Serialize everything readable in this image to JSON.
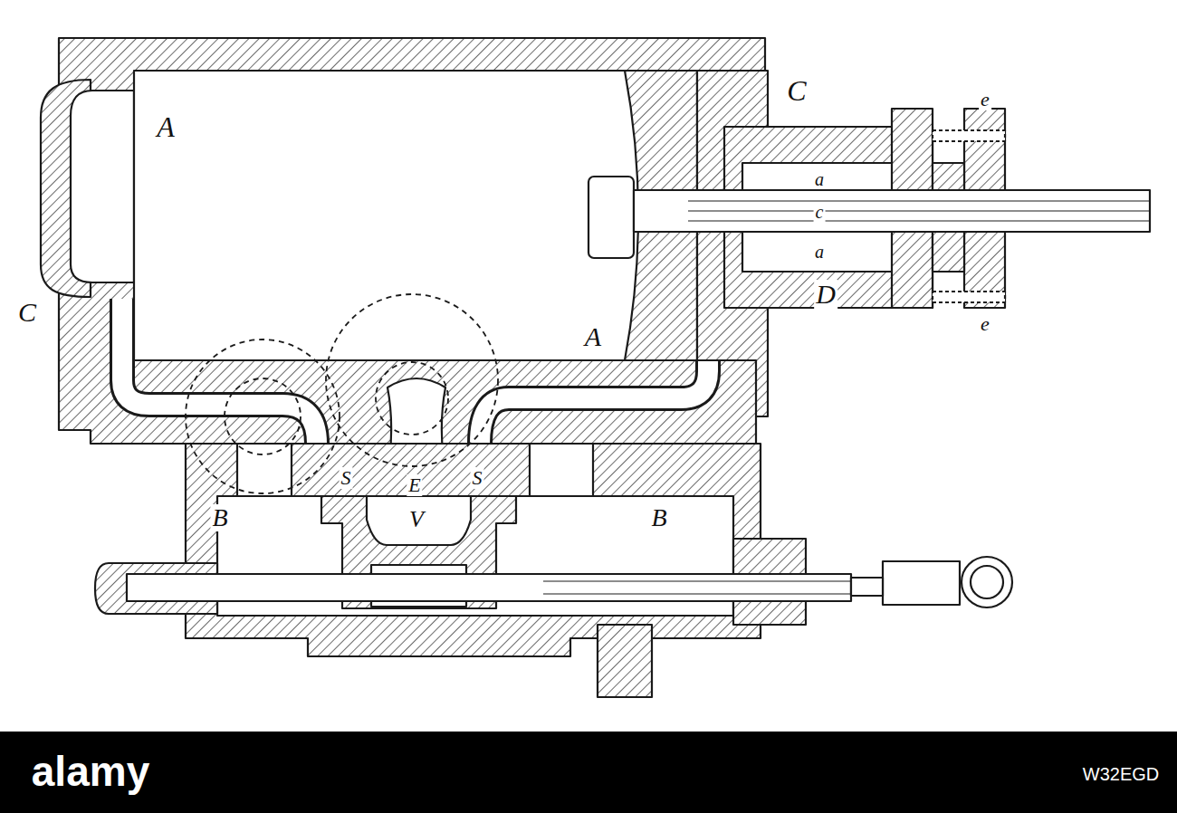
{
  "diagram": {
    "labels": [
      "A",
      "C",
      "a",
      "e",
      "c",
      "a",
      "D",
      "e",
      "A",
      "C",
      "S",
      "E",
      "S",
      "V",
      "B",
      "B",
      "alamy",
      "W32EGD"
    ]
  }
}
